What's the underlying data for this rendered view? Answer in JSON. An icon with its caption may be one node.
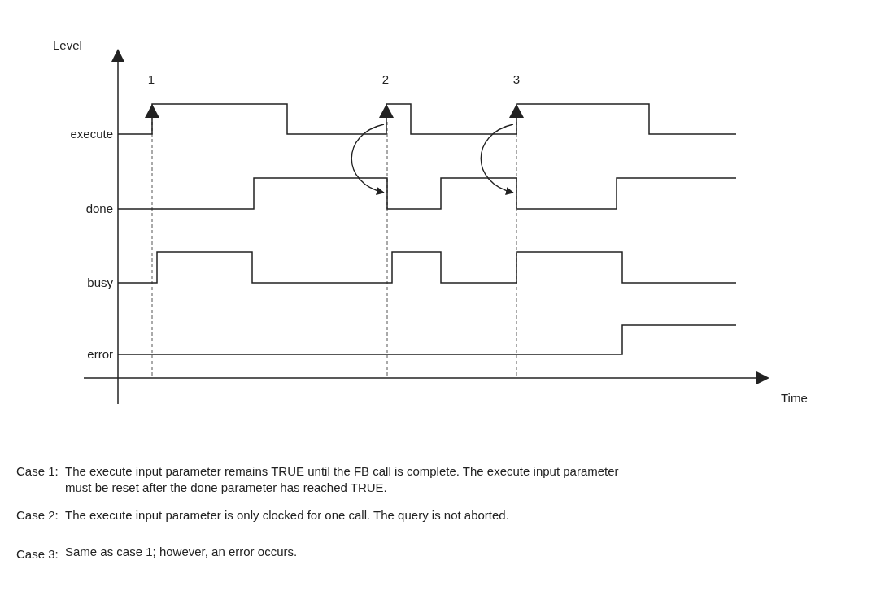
{
  "diagram": {
    "labels": [
      "Level",
      "1",
      "2",
      "3",
      "execute",
      "done",
      "busy",
      "error",
      "Time",
      "Case 1:",
      "The execute input parameter remains TRUE until the FB call is complete. The execute input parameter must be reset after the done parameter has reached TRUE.",
      "Case 2:",
      "The execute input parameter is only clocked for one call. The query is not aborted.",
      "Case 3:",
      "Same as case 1; however, an error occurs."
    ]
  }
}
